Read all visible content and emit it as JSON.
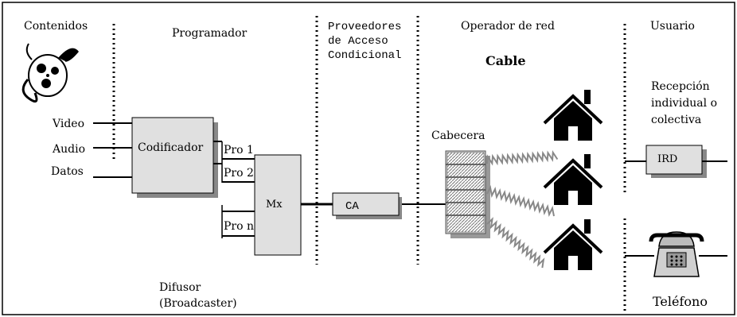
{
  "headers": {
    "contenidos": "Contenidos",
    "programador": "Programador",
    "proveedores_l1": "Proveedores",
    "proveedores_l2": "de Acceso",
    "proveedores_l3": "Condicional",
    "operador": "Operador de red",
    "usuario": "Usuario"
  },
  "inputs": {
    "video": "Video",
    "audio": "Audio",
    "datos": "Datos"
  },
  "blocks": {
    "codificador": "Codificador",
    "mx": "Mx",
    "ca": "CA",
    "ird": "IRD"
  },
  "programs": [
    "Pro 1",
    "Pro 2",
    "Pro n"
  ],
  "cable_title": "Cable",
  "cabecera": "Cabecera",
  "reception": {
    "l1": "Recepción",
    "l2": "individual o",
    "l3": "colectiva"
  },
  "difusor": {
    "l1": "Difusor",
    "l2": "(Broadcaster)"
  },
  "telefono": "Teléfono"
}
